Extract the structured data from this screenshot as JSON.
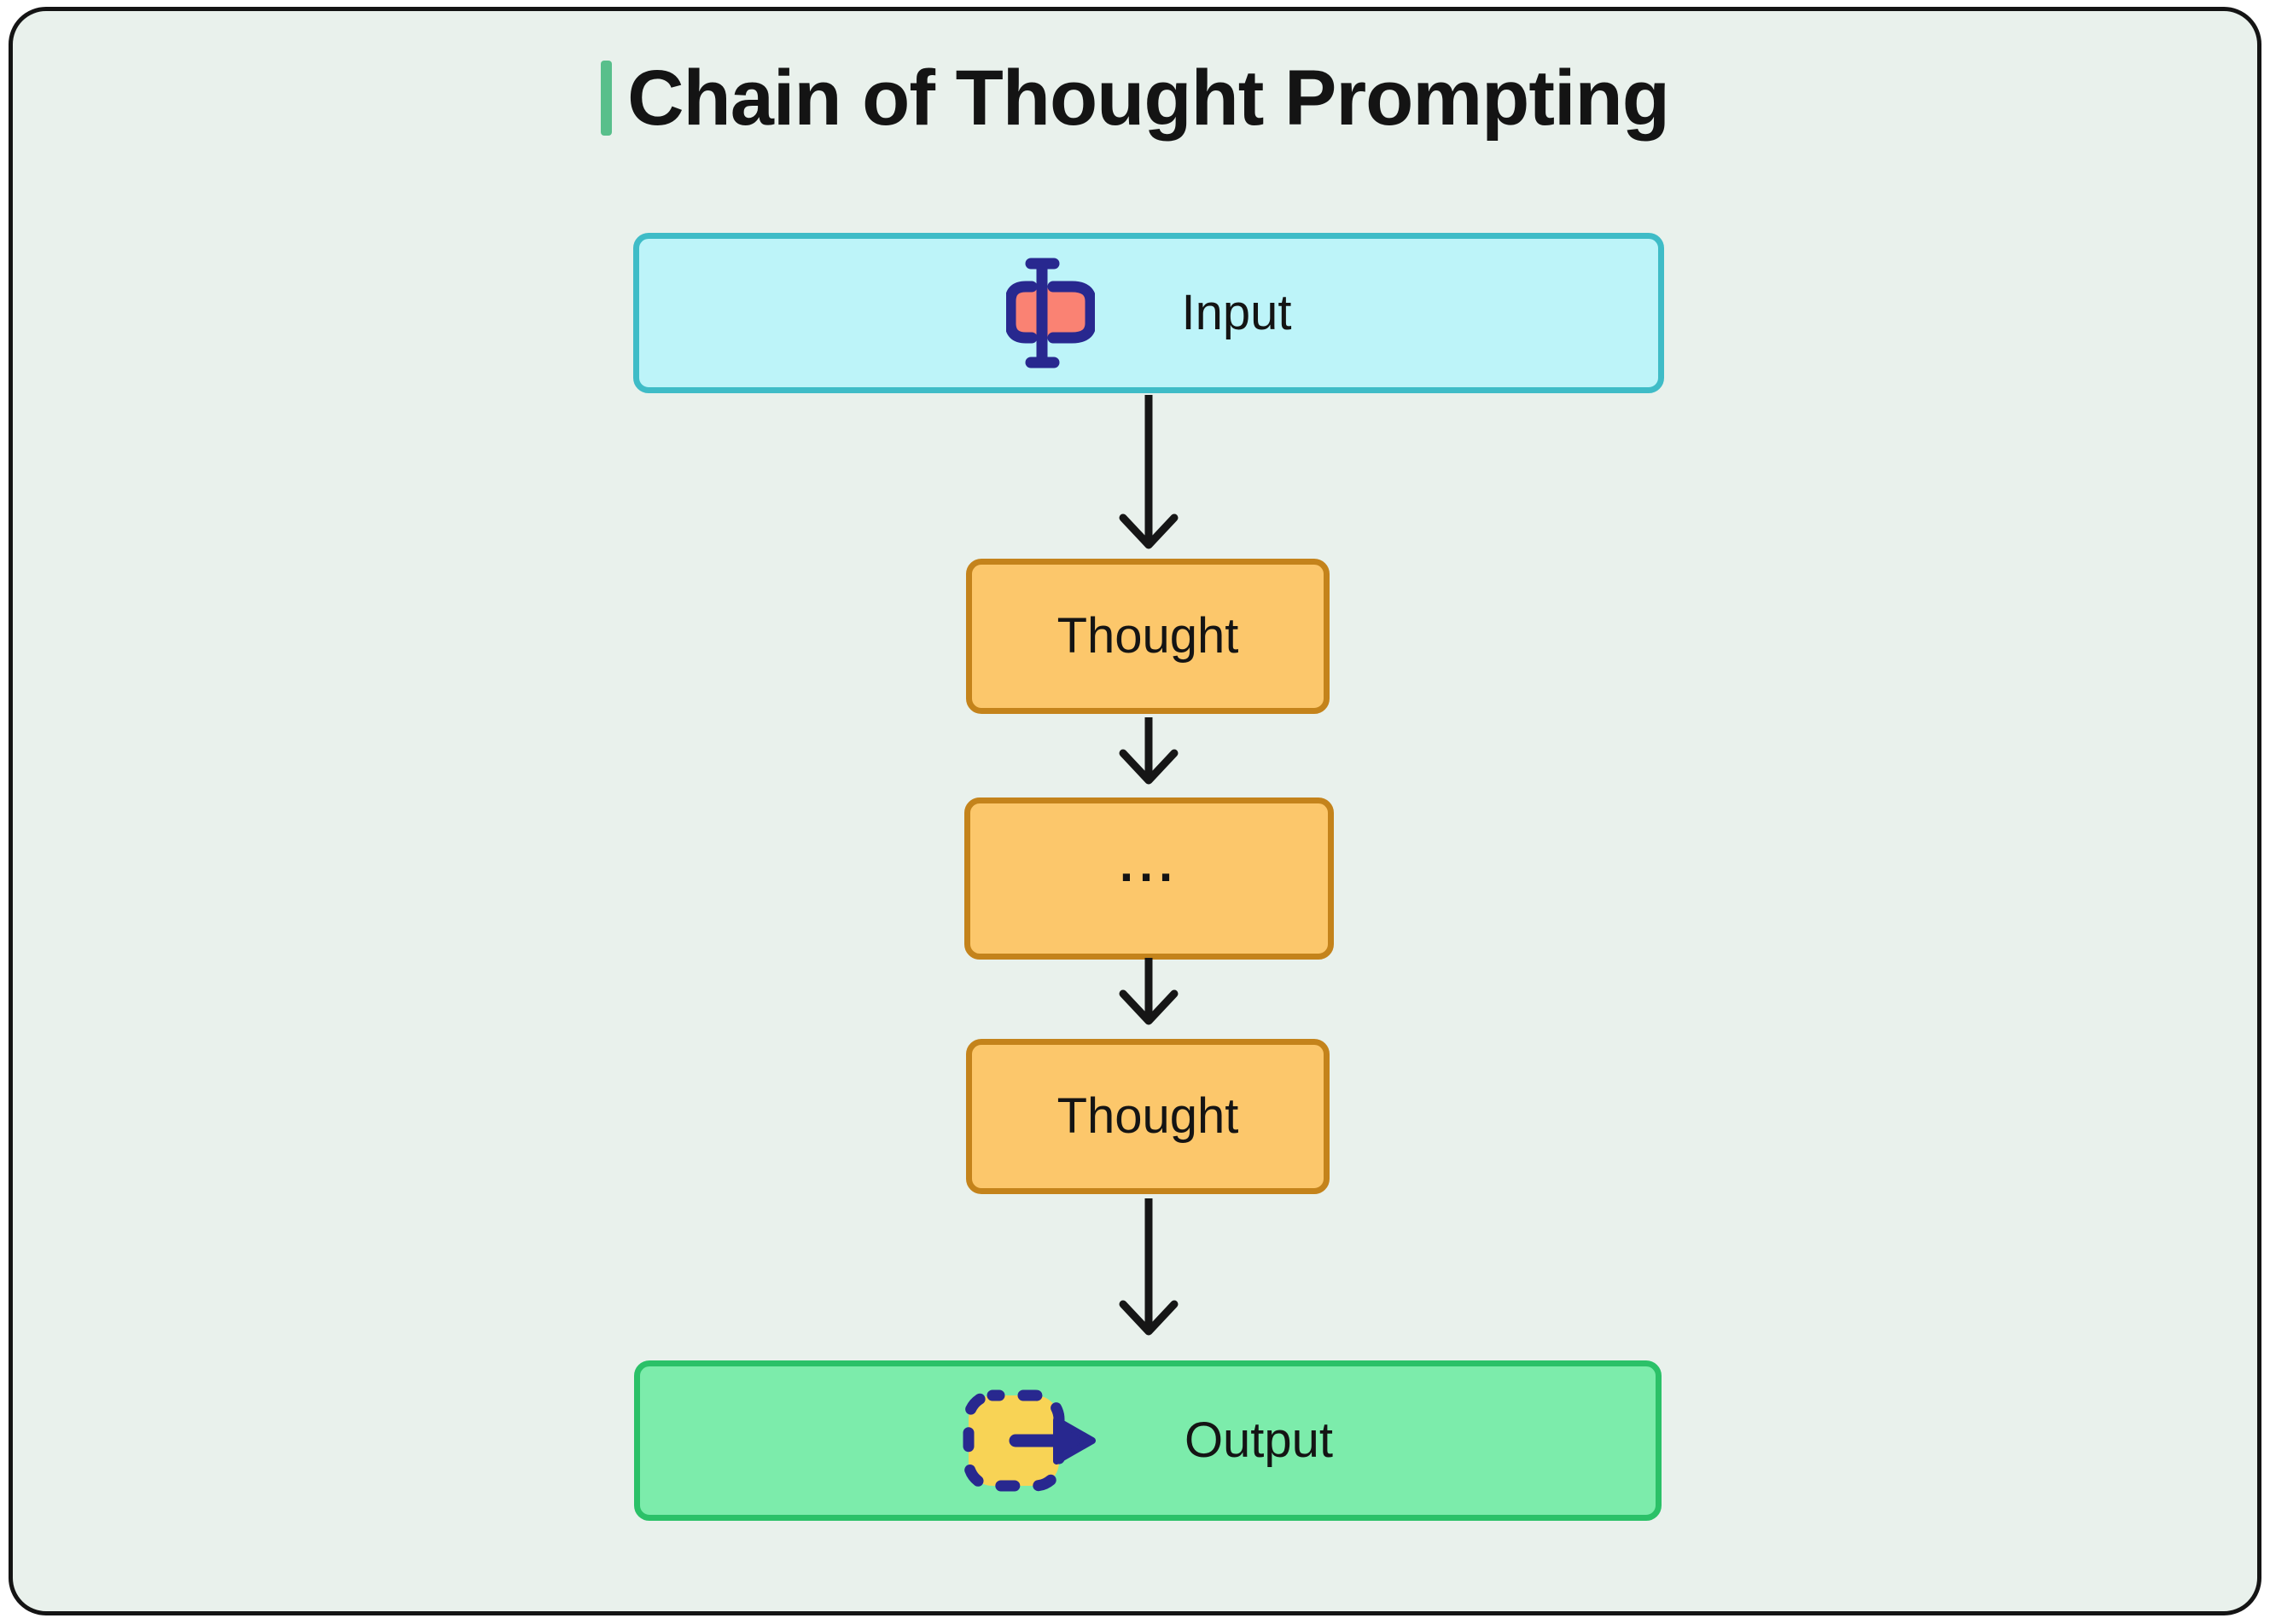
{
  "title": {
    "text": "Chain of Thought Prompting"
  },
  "flow": {
    "nodes": [
      {
        "id": "input",
        "label": "Input",
        "icon": "text-cursor-input-icon",
        "fill": "#bdf4f9",
        "border": "#3fbcc7"
      },
      {
        "id": "thought-1",
        "label": "Thought",
        "fill": "#fcc76b",
        "border": "#c4831b"
      },
      {
        "id": "ellipsis",
        "label": "...",
        "fill": "#fcc76b",
        "border": "#c4831b"
      },
      {
        "id": "thought-2",
        "label": "Thought",
        "fill": "#fcc76b",
        "border": "#c4831b"
      },
      {
        "id": "output",
        "label": "Output",
        "icon": "export-output-icon",
        "fill": "#7cecab",
        "border": "#2bc168"
      }
    ],
    "arrows": [
      {
        "from": "input",
        "to": "thought-1"
      },
      {
        "from": "thought-1",
        "to": "ellipsis"
      },
      {
        "from": "ellipsis",
        "to": "thought-2"
      },
      {
        "from": "thought-2",
        "to": "output"
      }
    ]
  },
  "colors": {
    "page-bg": "#ffffff",
    "card-bg": "#e9f1ec",
    "card-border": "#141414",
    "text": "#141414",
    "accent-green": "#58bf8b",
    "arrow": "#161616",
    "navy": "#28288f",
    "salmon": "#fa8273",
    "icon-yellow": "#f8d355"
  }
}
